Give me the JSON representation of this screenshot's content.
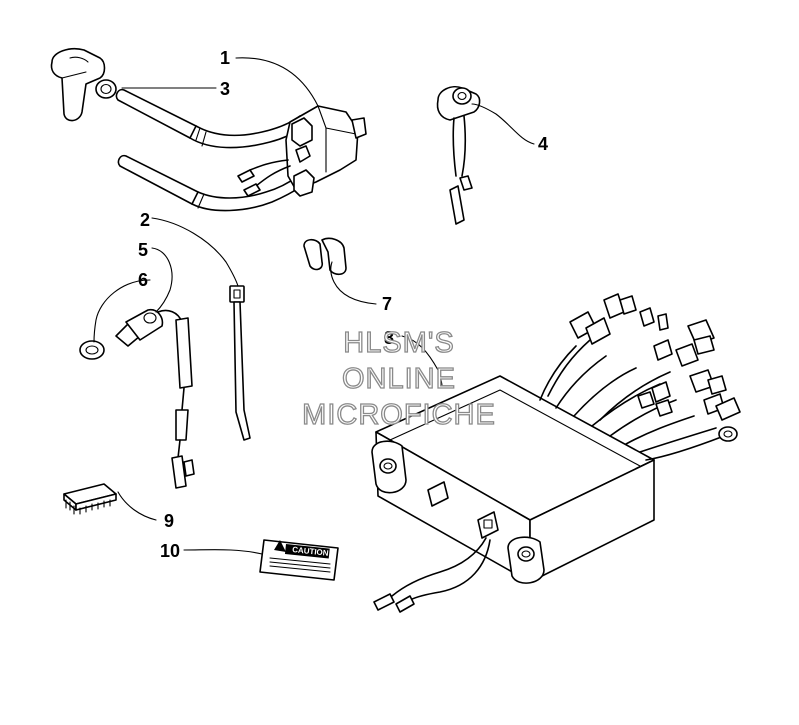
{
  "diagram": {
    "callouts": [
      {
        "id": "1",
        "label": "1"
      },
      {
        "id": "2",
        "label": "2"
      },
      {
        "id": "3",
        "label": "3"
      },
      {
        "id": "4",
        "label": "4"
      },
      {
        "id": "5",
        "label": "5"
      },
      {
        "id": "6",
        "label": "6"
      },
      {
        "id": "7",
        "label": "7"
      },
      {
        "id": "8",
        "label": "8"
      },
      {
        "id": "9",
        "label": "9"
      },
      {
        "id": "10",
        "label": "10"
      }
    ],
    "watermark": {
      "line1": "HLSM'S",
      "line2": "ONLINE",
      "line3": "MICROFICHE"
    },
    "decal_text": "CAUTION"
  }
}
